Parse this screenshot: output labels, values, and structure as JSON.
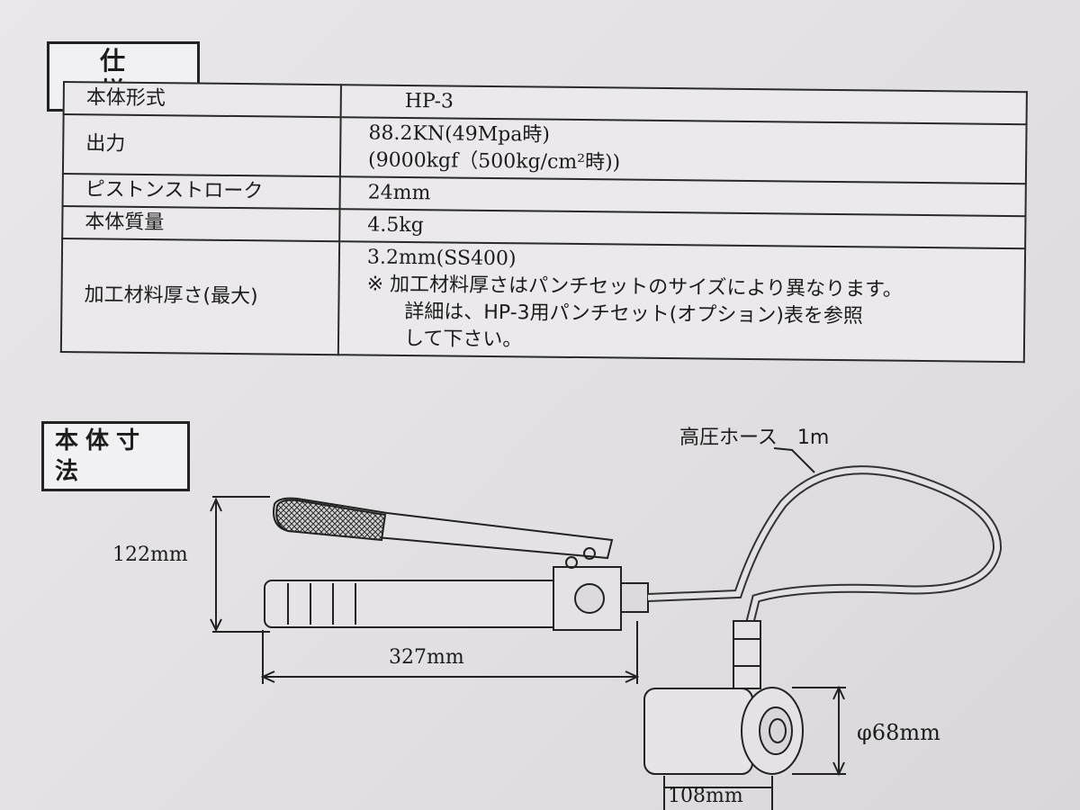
{
  "spec_section": {
    "title": "仕　様",
    "rows": [
      {
        "key": "本体形式",
        "lines": [
          "HP-3"
        ]
      },
      {
        "key": "出力",
        "lines": [
          "88.2KN(49Mpa時)",
          "(9000kgf（500kg/cm²時))"
        ]
      },
      {
        "key": "ピストンストローク",
        "lines": [
          "24mm"
        ]
      },
      {
        "key": "本体質量",
        "lines": [
          "4.5kg"
        ]
      },
      {
        "key": "加工材料厚さ(最大)",
        "lines": [
          "3.2mm(SS400)",
          "※ 加工材料厚さはパンチセットのサイズにより異なります。",
          "詳細は、HP-3用パンチセット(オプション)表を参照",
          "して下さい。"
        ]
      }
    ]
  },
  "dimension_section": {
    "title": "本体寸法",
    "hose_label": "高圧ホース　1m",
    "height": "122mm",
    "length": "327mm",
    "diameter": "φ68mm",
    "cylinder_length": "108mm"
  }
}
